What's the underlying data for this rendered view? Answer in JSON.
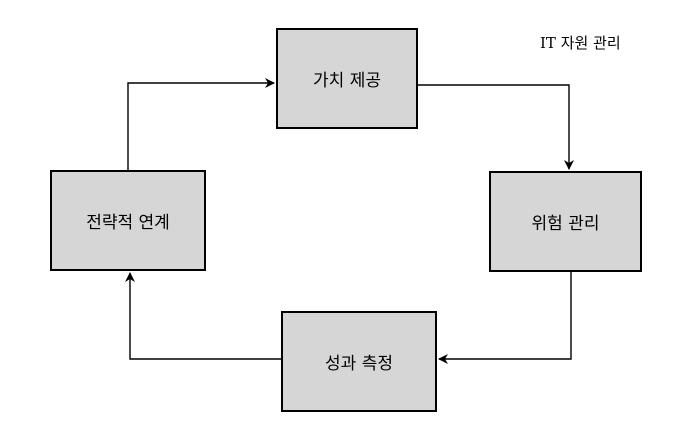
{
  "diagram": {
    "corner_label": "IT 자원 관리",
    "nodes": {
      "value_delivery": "가치 제공",
      "risk_management": "위험 관리",
      "performance_measurement": "성과 측정",
      "strategic_alignment": "전략적 연계"
    }
  }
}
